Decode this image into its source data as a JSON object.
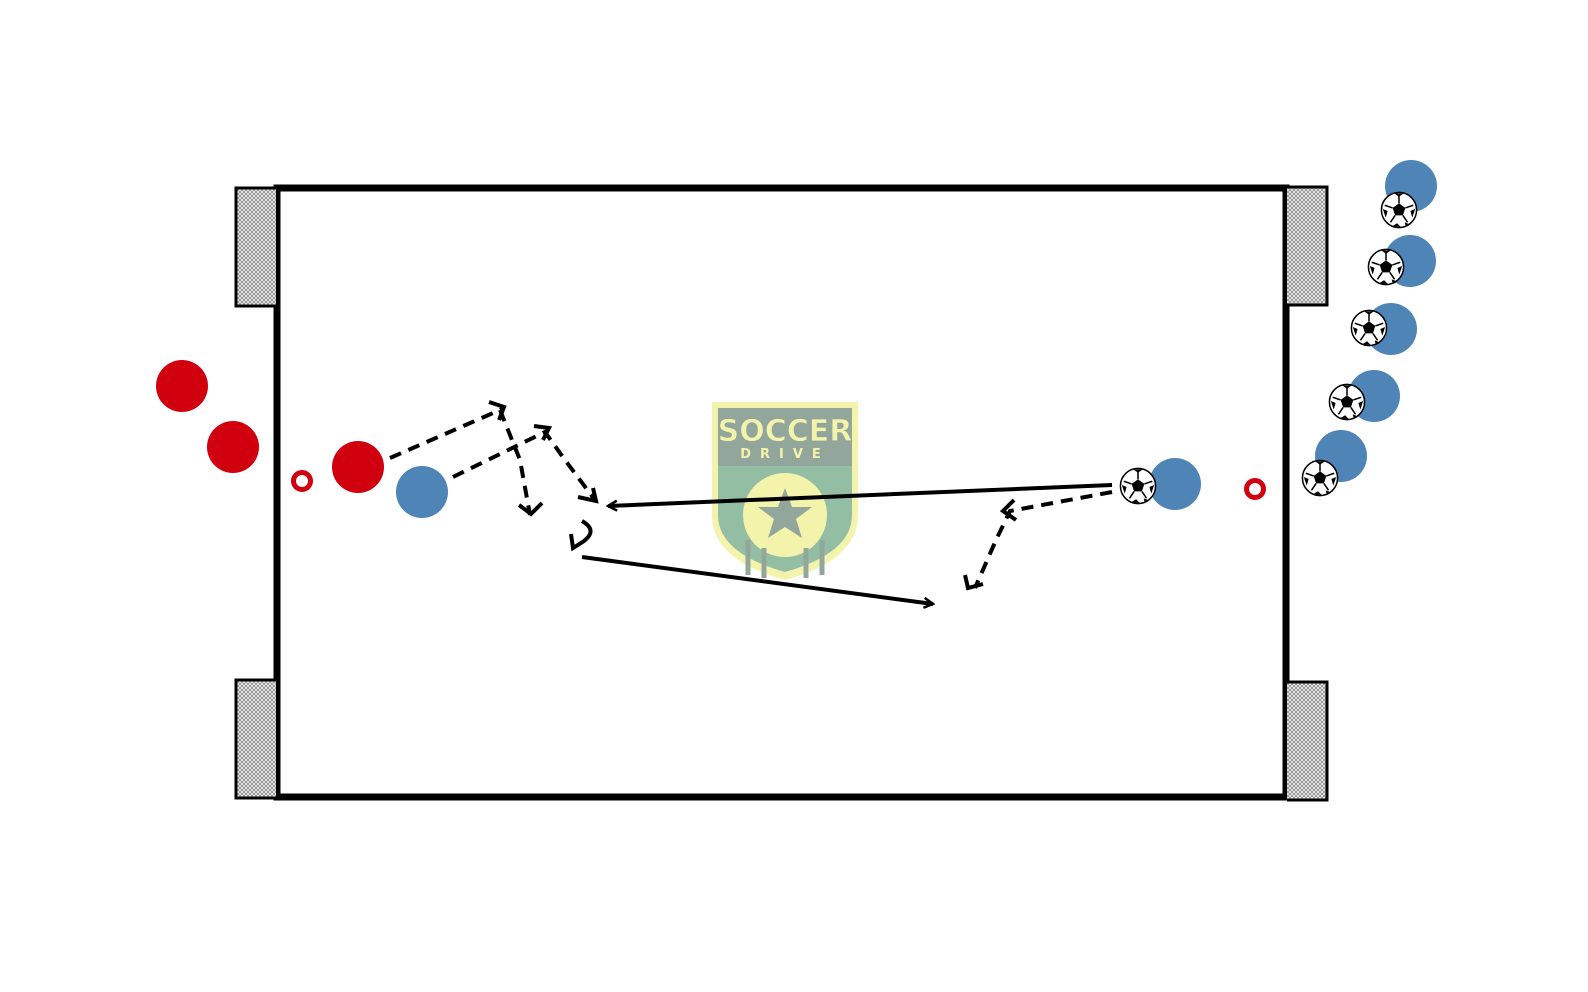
{
  "diagram": {
    "type": "soccer-drill",
    "watermark": {
      "title": "SOCCER",
      "subtitle": "DRIVE",
      "description": "logo"
    },
    "colors": {
      "field_line": "#000000",
      "red_team": "#d1000e",
      "blue_team": "#4f84b6",
      "marker": "#d1000e",
      "goal_net": "#cfcfcf",
      "watermark_green": "#3b8a5a",
      "watermark_yellow": "#eaea6a"
    },
    "elements": {
      "goals": 4,
      "red_players": 3,
      "blue_players": 7,
      "balls": 6,
      "markers": 2
    }
  }
}
